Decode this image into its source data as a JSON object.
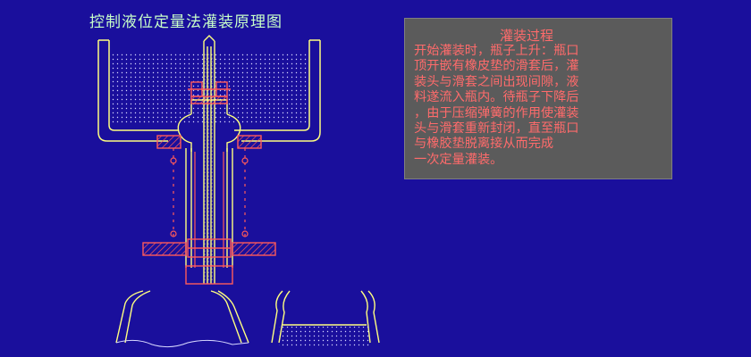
{
  "title": "控制液位定量法灌装原理图",
  "panel": {
    "heading": "灌装过程",
    "lines": [
      "开始灌装时，瓶子上升：瓶口",
      "顶开嵌有橡皮垫的滑套后，灌",
      "装头与滑套之间出现间隙，液",
      "料遂流入瓶内。待瓶子下降后",
      "，由于压缩弹簧的作用使灌装",
      "头与滑套重新封闭，直至瓶口",
      "与橡胶垫脱离接从而完成",
      "一次定量灌装。"
    ]
  },
  "colors": {
    "background": "#1a0f9c",
    "outline": "#ffff80",
    "seal": "#ff5a5a",
    "liquid_dots": "#d8d8ff",
    "panel_bg": "#5b5b5b",
    "panel_text": "#ff6b6b",
    "title": "#c8ffc8"
  }
}
